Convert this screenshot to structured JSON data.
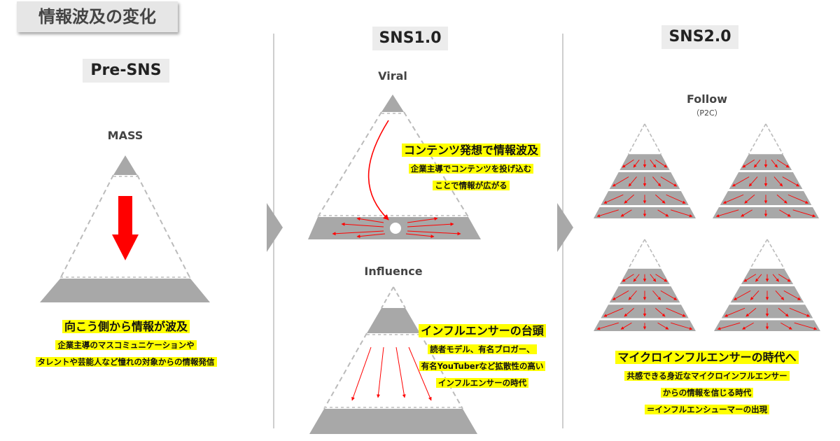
{
  "header": {
    "title": "情報波及の変化"
  },
  "eras": {
    "pre_sns": "Pre-SNS",
    "sns1": "SNS1.0",
    "sns2": "SNS2.0"
  },
  "labels": {
    "mass": "MASS",
    "viral": "Viral",
    "influence": "Influence",
    "follow": "Follow",
    "follow_sub": "（P2C）"
  },
  "notes": {
    "pre_sns": {
      "headline": "向こう側から情報が波及",
      "lines": [
        "企業主導のマスコミュニケーションや",
        "タレントや芸能人など憧れの対象からの情報発信"
      ]
    },
    "viral": {
      "headline": "コンテンツ発想で情報波及",
      "lines": [
        "企業主導でコンテンツを投げ込む",
        "ことで情報が広がる"
      ]
    },
    "influence": {
      "headline": "インフルエンサーの台頭",
      "lines": [
        "読者モデル、有名ブロガー、",
        "有名YouTuberなど拡散性の高い",
        "インフルエンサーの時代"
      ]
    },
    "sns2": {
      "headline": "マイクロインフルエンサーの時代へ",
      "lines": [
        "共感できる身近なマイクロインフルエンサー",
        "からの情報を信じる時代",
        "＝インフルエンシューマーの出現"
      ]
    }
  },
  "colors": {
    "gray": "#a8a8a8",
    "arrow_red": "#ff0000",
    "highlight": "#ffff00"
  }
}
